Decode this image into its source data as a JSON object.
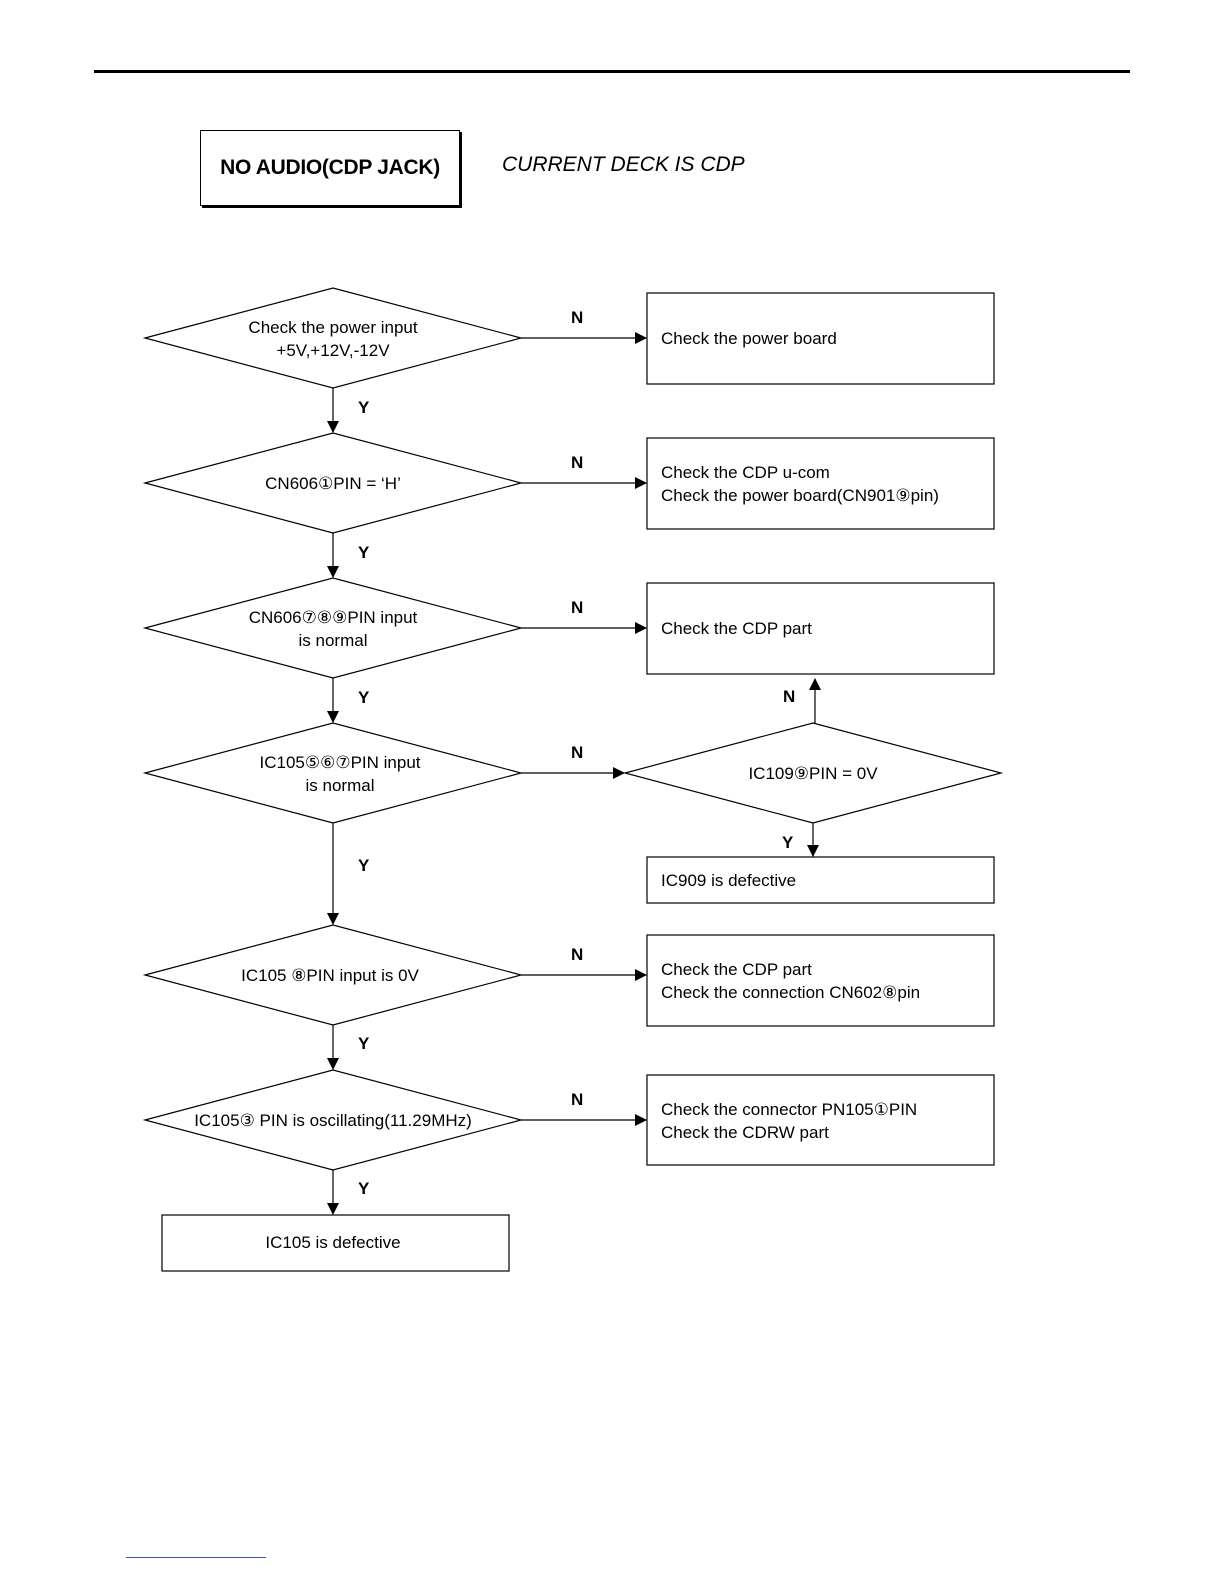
{
  "header": {
    "title": "NO AUDIO(CDP JACK)",
    "subtitle": "CURRENT DECK IS CDP"
  },
  "decisions": {
    "d1": [
      "Check the power input",
      "+5V,+12V,-12V"
    ],
    "d2": [
      "CN606①PIN = ‘H’"
    ],
    "d3": [
      "CN606⑦⑧⑨PIN input",
      "is  normal"
    ],
    "d4": [
      "IC105⑤⑥⑦PIN input",
      "is  normal"
    ],
    "d5": [
      "IC105 ⑧PIN input is  0V"
    ],
    "d6": [
      "IC105③ PIN is oscillating(11.29MHz)"
    ],
    "d7": [
      "IC109⑨PIN = 0V"
    ]
  },
  "actions": {
    "a1": [
      "Check the power board"
    ],
    "a2": [
      "Check the CDP u-com",
      "Check the power board(CN901⑨pin)"
    ],
    "a3": [
      "Check the CDP part"
    ],
    "a4": [
      "IC909 is defective"
    ],
    "a5": [
      "Check the CDP part",
      "Check the connection CN602⑧pin"
    ],
    "a6": [
      "Check the connector PN105①PIN",
      "Check the CDRW part"
    ],
    "a7": [
      "IC105 is defective"
    ]
  },
  "branch_labels": {
    "yes": "Y",
    "no": "N"
  }
}
